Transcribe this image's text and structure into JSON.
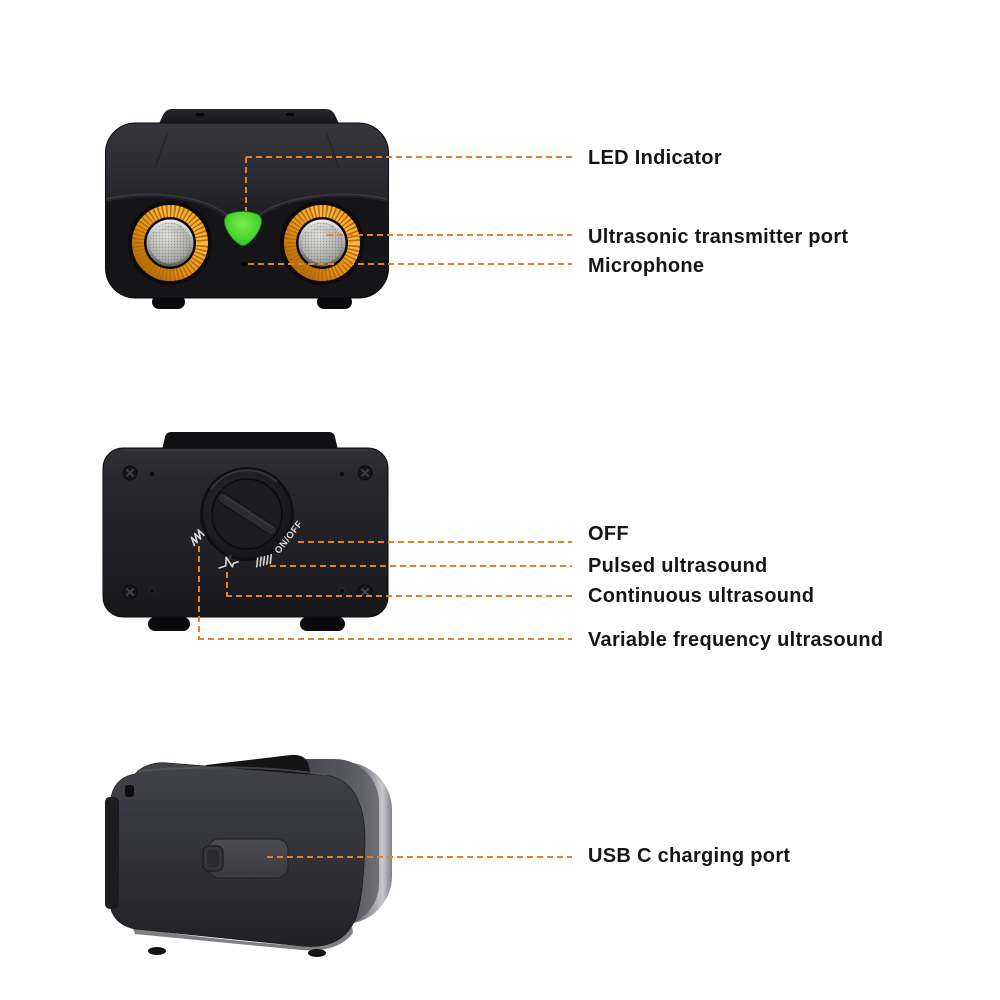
{
  "colors": {
    "background": "#ffffff",
    "leader_line": "#e0812c",
    "label_text": "#161616",
    "ring_orange": "#f09c26",
    "led_green": "#46d42e",
    "device_body": "#1d1d21"
  },
  "front_view": {
    "callouts": {
      "led": "LED Indicator",
      "ultrasonic": "Ultrasonic transmitter port",
      "microphone": "Microphone"
    }
  },
  "top_view": {
    "dial_marking_on_off": "ON/OFF",
    "callouts": {
      "off": "OFF",
      "pulsed": "Pulsed ultrasound",
      "continuous": "Continuous ultrasound",
      "variable": "Variable frequency ultrasound"
    }
  },
  "side_view": {
    "callouts": {
      "usb": "USB C charging port"
    }
  }
}
